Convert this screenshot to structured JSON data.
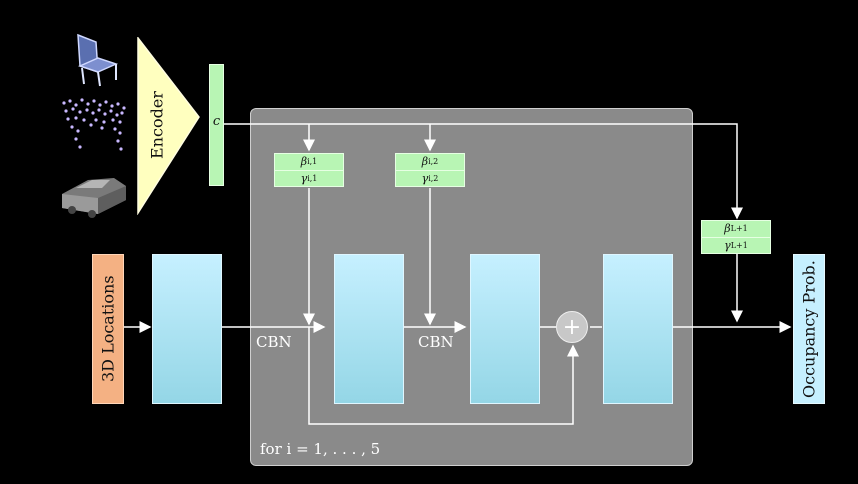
{
  "inputs": {
    "shape_icons": [
      "chair-mesh-icon",
      "point-cloud-icon",
      "voxel-car-icon"
    ],
    "encoder_label": "Encoder",
    "code_label": "c",
    "locations_label": "3D Locations"
  },
  "block": {
    "cbn_label_1": "CBN",
    "cbn_label_2": "CBN",
    "param1": {
      "beta": "β",
      "beta_sub": "i,1",
      "gamma": "γ",
      "gamma_sub": "i,1"
    },
    "param2": {
      "beta": "β",
      "beta_sub": "i,2",
      "gamma": "γ",
      "gamma_sub": "i,2"
    },
    "loop_label": "for i = 1, . . . , 5",
    "plus_symbol": "+"
  },
  "final_param": {
    "beta": "β",
    "beta_sub": "L+1",
    "gamma": "γ",
    "gamma_sub": "L+1"
  },
  "output_label": "Occupancy Prob.",
  "colors": {
    "encoder": "#ffffbf",
    "feature_block": "#c6f0ff",
    "param_box": "#b8f5b4",
    "locations_box": "#f4b183",
    "loop_box": "#8a8a8a"
  }
}
